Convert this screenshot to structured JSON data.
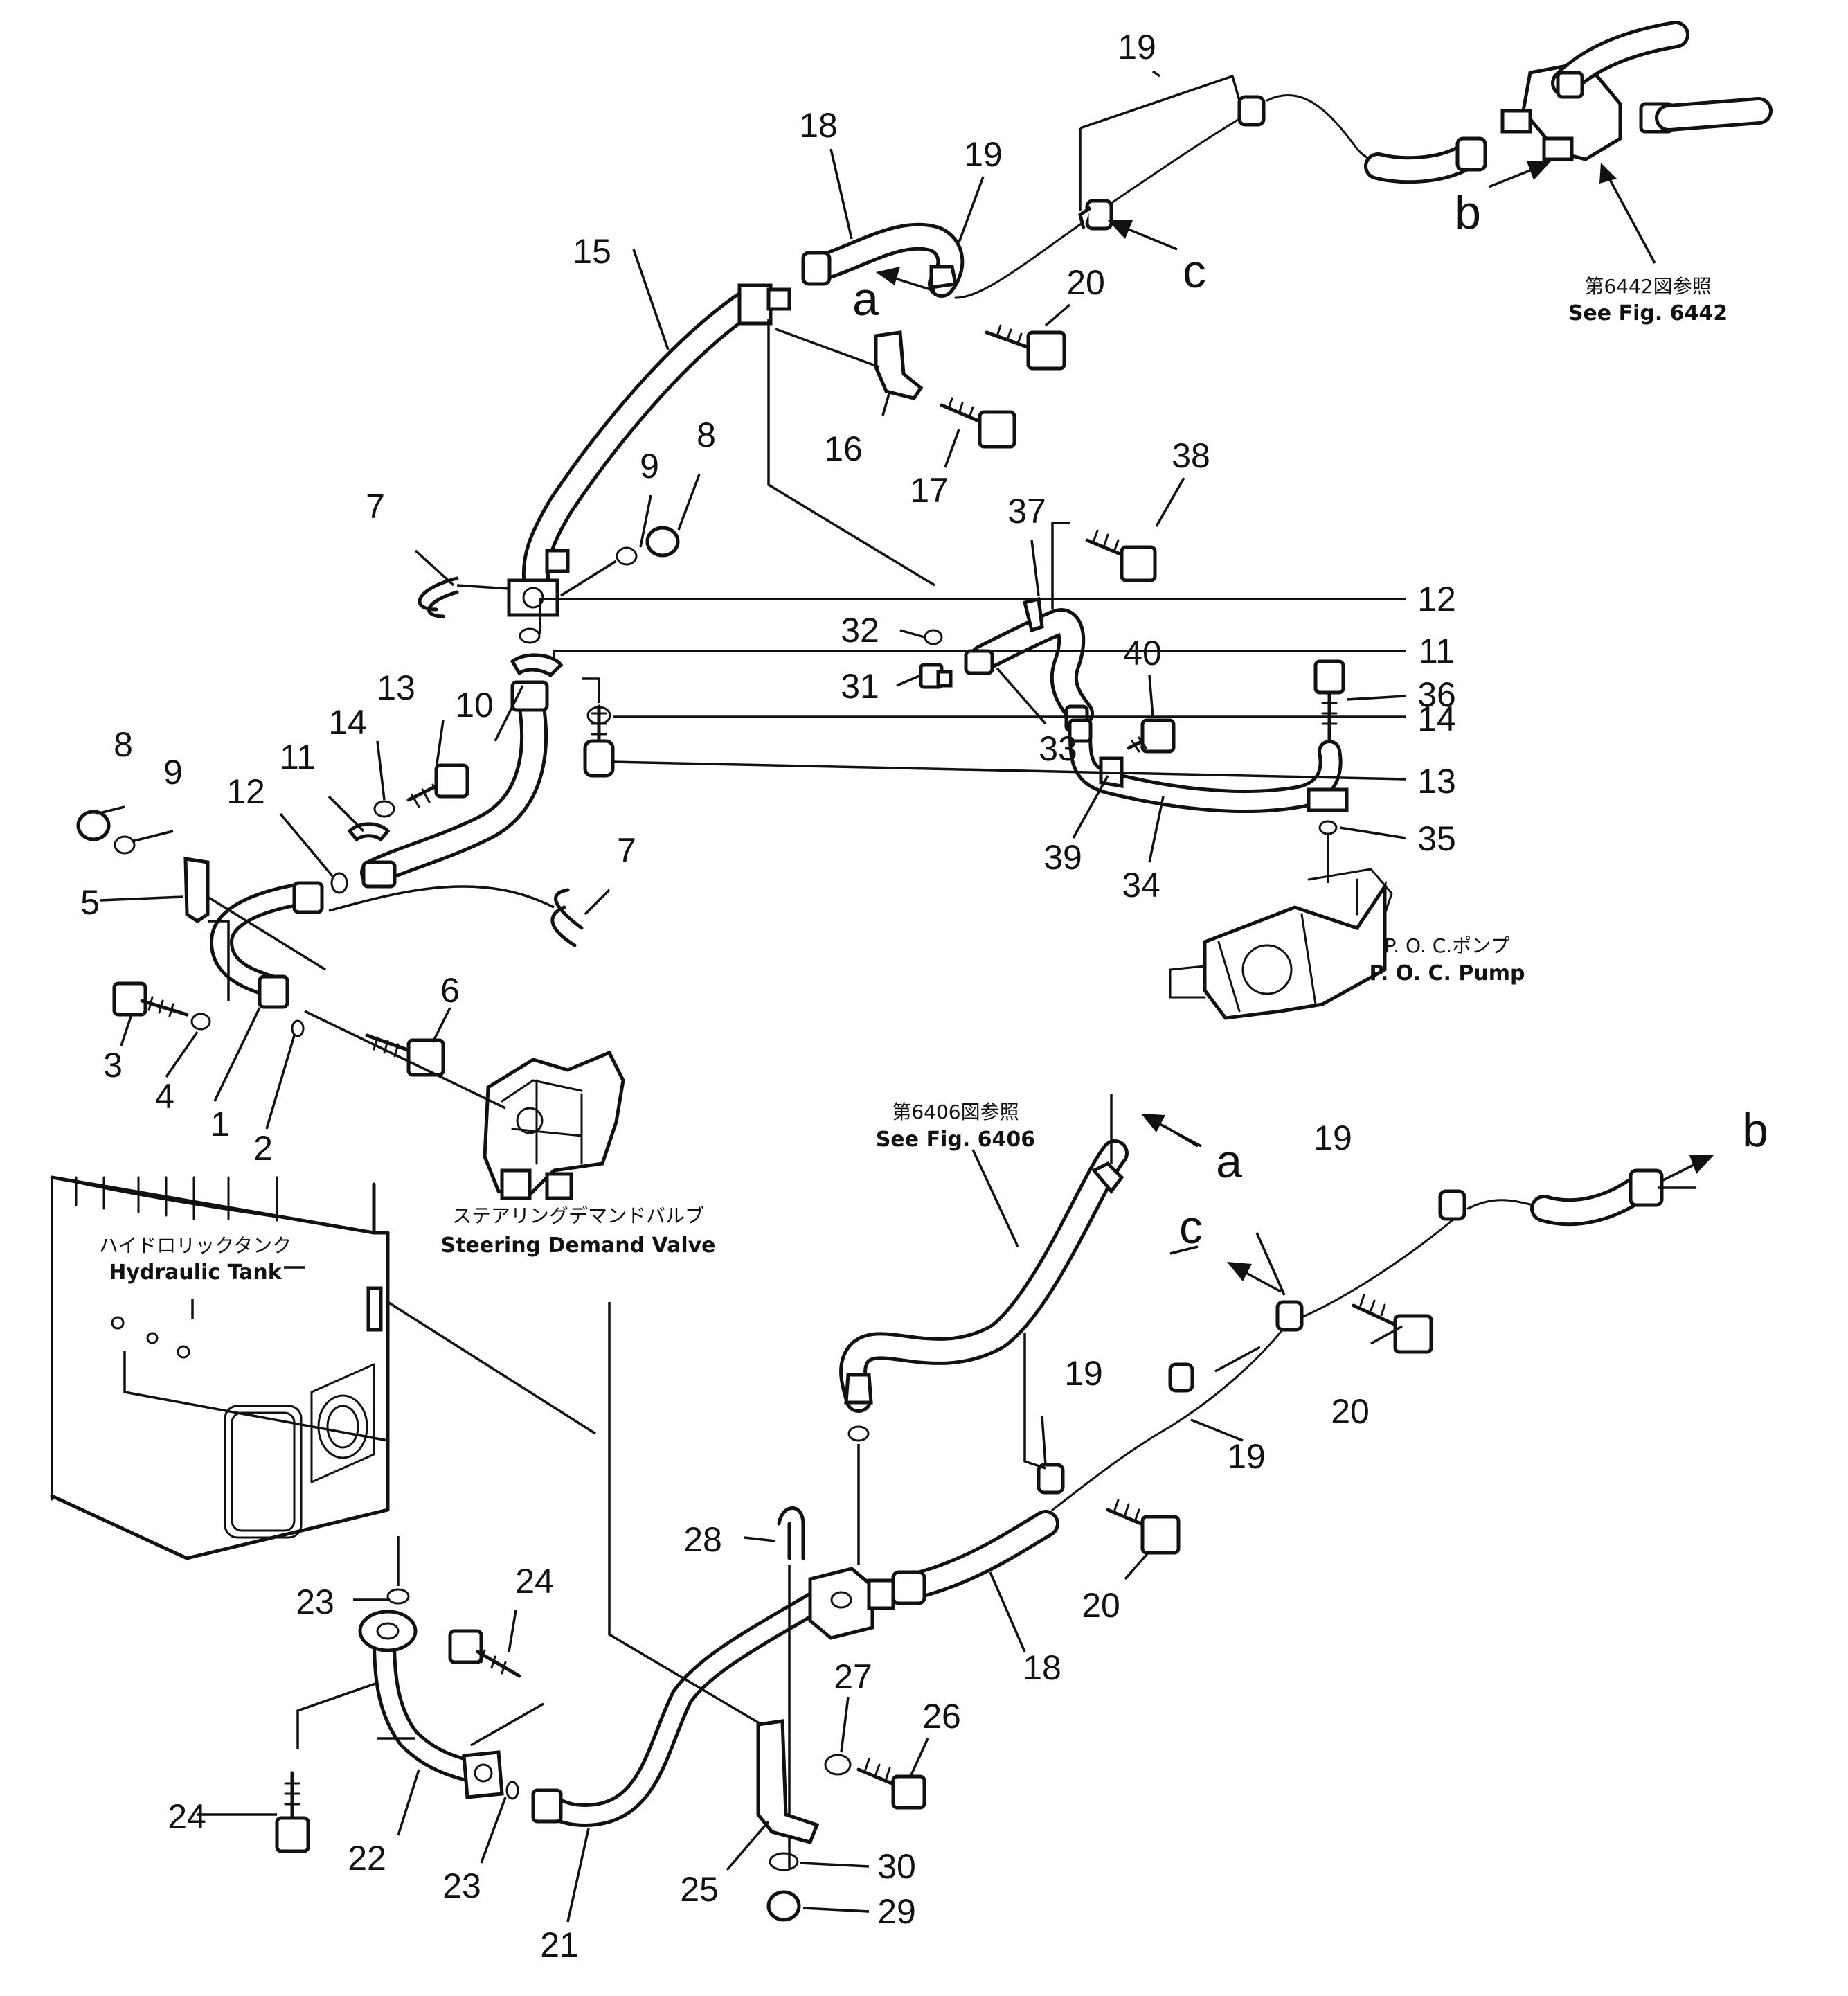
{
  "callouts": {
    "c1": "1",
    "c2": "2",
    "c3": "3",
    "c4": "4",
    "c5": "5",
    "c6": "6",
    "c7a": "7",
    "c7b": "7",
    "c8a": "8",
    "c8b": "8",
    "c9a": "9",
    "c9b": "9",
    "c10": "10",
    "c11a": "11",
    "c11b": "11",
    "c12a": "12",
    "c12b": "12",
    "c13a": "13",
    "c13b": "13",
    "c14a": "14",
    "c14b": "14",
    "c15": "15",
    "c16": "16",
    "c17": "17",
    "c18a": "18",
    "c18b": "18",
    "c19a": "19",
    "c19b": "19",
    "c19c": "19",
    "c19d": "19",
    "c19e": "19",
    "c20a": "20",
    "c20b": "20",
    "c20c": "20",
    "c21": "21",
    "c22": "22",
    "c23a": "23",
    "c23b": "23",
    "c24a": "24",
    "c24b": "24",
    "c25": "25",
    "c26": "26",
    "c27": "27",
    "c28": "28",
    "c29": "29",
    "c30": "30",
    "c31": "31",
    "c32": "32",
    "c33": "33",
    "c34": "34",
    "c35": "35",
    "c36": "36",
    "c37": "37",
    "c38": "38",
    "c39": "39",
    "c40": "40"
  },
  "markers": {
    "a_top": "a",
    "b_top": "b",
    "c_top": "c",
    "a_bottom": "a",
    "b_bottom": "b",
    "c_bottom": "c"
  },
  "captions": {
    "fig6442_jp": "第6442図参照",
    "fig6442_en": "See  Fig.  6442",
    "fig6406_jp": "第6406図参照",
    "fig6406_en": "See  Fig.  6406",
    "poc_jp": "P. O. C.ポンプ",
    "poc_en": "P. O. C.  Pump",
    "steering_jp": "ステアリングデマンドバルブ",
    "steering_en": "Steering  Demand  Valve",
    "tank_jp": "ハイドロリックタンク",
    "tank_en": "Hydraulic  Tank"
  }
}
